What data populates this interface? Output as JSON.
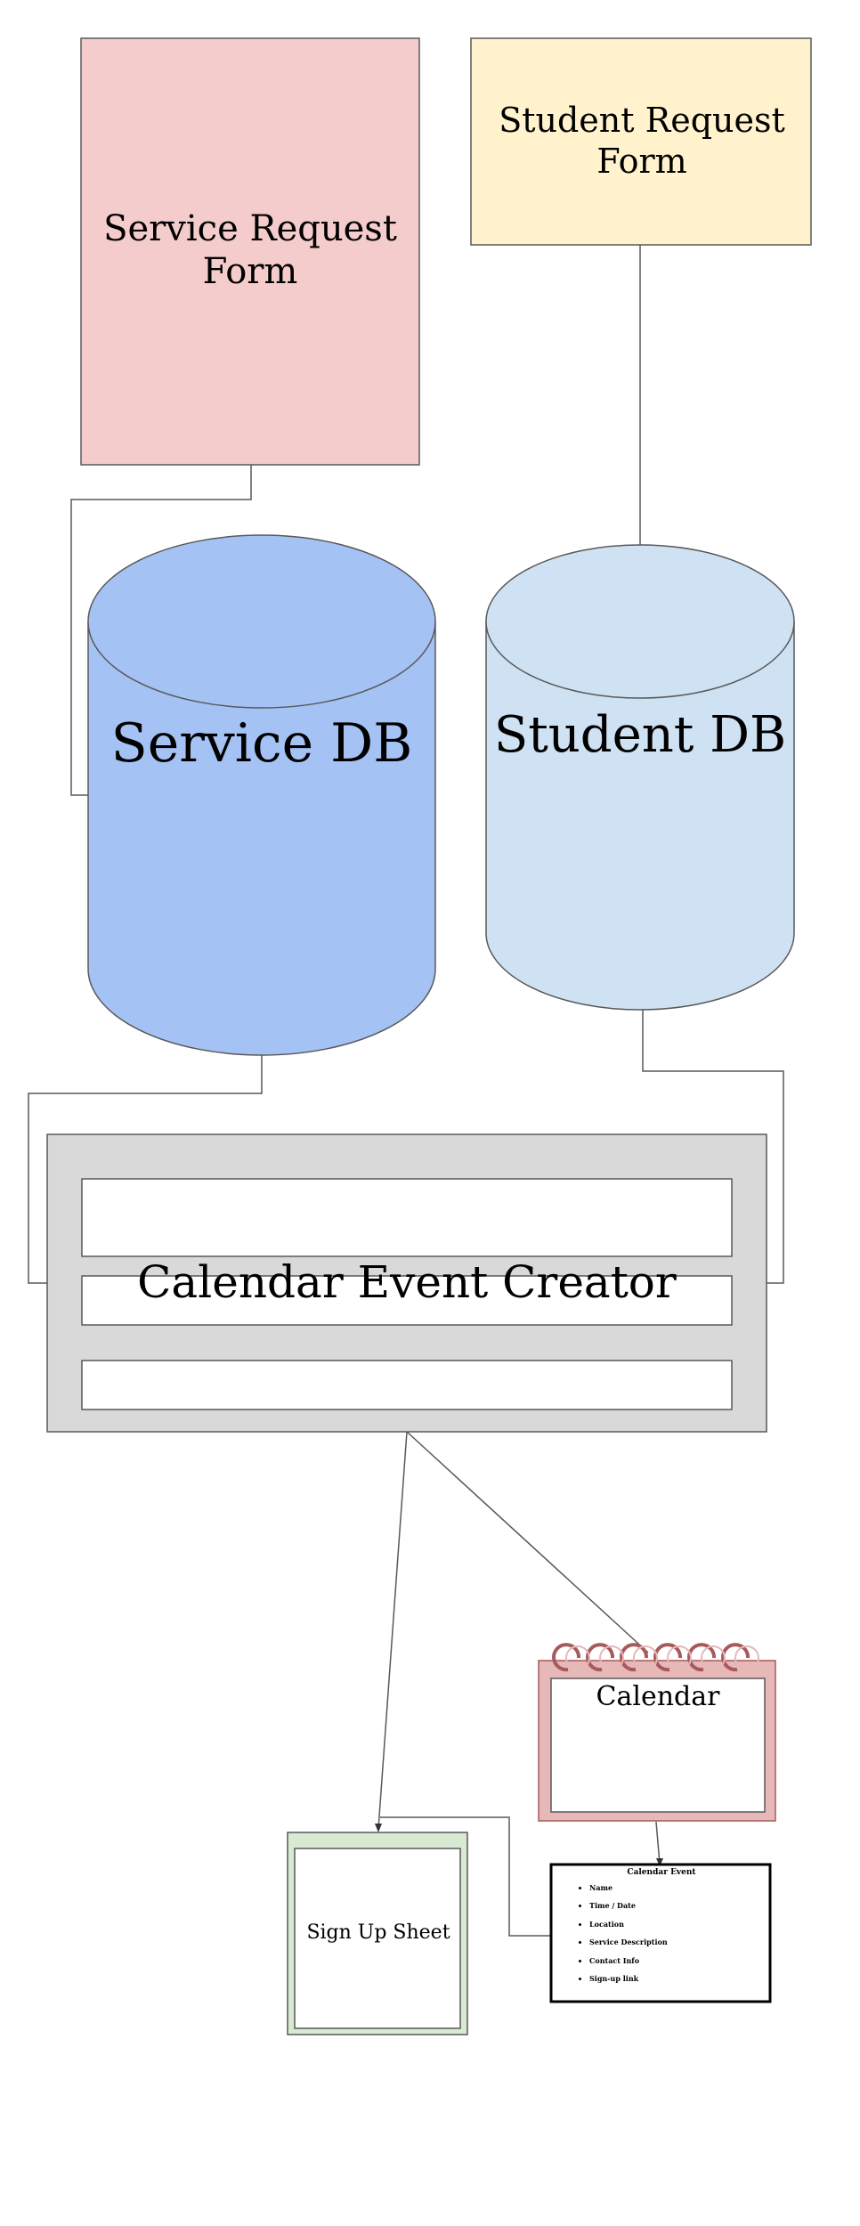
{
  "service_form": {
    "label": "Service Request Form"
  },
  "student_form": {
    "label": "Student Request Form"
  },
  "service_db": {
    "label": "Service DB"
  },
  "student_db": {
    "label": "Student DB"
  },
  "creator": {
    "label": "Calendar Event Creator"
  },
  "calendar": {
    "label": "Calendar"
  },
  "signup": {
    "label": "Sign Up Sheet"
  },
  "event": {
    "title": "Calendar Event",
    "fields": [
      "Name",
      "Time / Date",
      "Location",
      "Service Description",
      "Contact Info",
      "Sign-up link"
    ]
  },
  "colors": {
    "service_form_fill": "#f4cccc",
    "student_form_fill": "#fff2cc",
    "service_db_fill": "#a4c2f4",
    "student_db_fill": "#cfe2f3",
    "creator_fill": "#d9d9d9",
    "calendar_fill": "#e6b8b8",
    "signup_fill": "#d9ead3"
  }
}
